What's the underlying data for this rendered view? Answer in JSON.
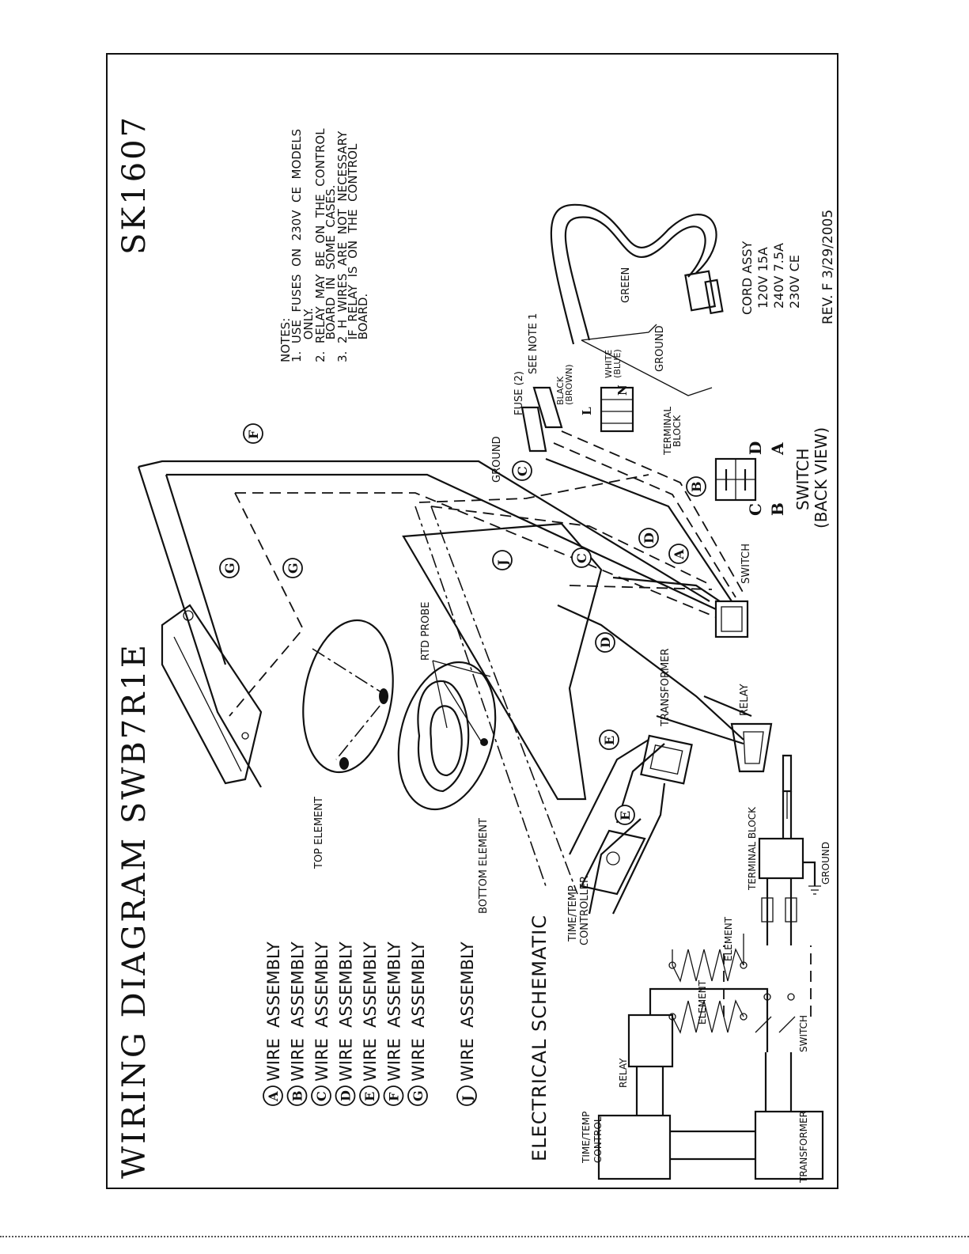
{
  "title": "WIRING  DIAGRAM  SWB7R1E",
  "model_code": "SK1607",
  "notes": {
    "heading": "NOTES:",
    "lines": [
      "1.  USE  FUSES  ON  230V  CE  MODELS",
      "      ONLY.",
      "2.  RELAY  MAY  BE  ON  THE  CONTROL",
      "      BOARD  IN  SOME  CASES.",
      "3.  2  H  WIRES  ARE  NOT  NECESSARY",
      "      IF  RELAY  IS  ON  THE  CONTROL",
      "      BOARD."
    ]
  },
  "legend": [
    {
      "letter": "A",
      "text": "WIRE  ASSEMBLY"
    },
    {
      "letter": "B",
      "text": "WIRE  ASSEMBLY"
    },
    {
      "letter": "C",
      "text": "WIRE  ASSEMBLY"
    },
    {
      "letter": "D",
      "text": "WIRE  ASSEMBLY"
    },
    {
      "letter": "E",
      "text": "WIRE  ASSEMBLY"
    },
    {
      "letter": "F",
      "text": "WIRE  ASSEMBLY"
    },
    {
      "letter": "G",
      "text": "WIRE  ASSEMBLY"
    },
    {
      "letter": "J",
      "text": "WIRE  ASSEMBLY"
    }
  ],
  "schematic": {
    "heading": "ELECTRICAL  SCHEMATIC",
    "labels": {
      "time_temp_control_1": "TIME/TEMP",
      "time_temp_control_2": "CONTROL",
      "relay": "RELAY",
      "transformer": "TRANSFORMER",
      "switch": "SWITCH",
      "element_1": "ELEMENT",
      "element_2": "ELEMENT",
      "terminal_block": "TERMINAL  BLOCK",
      "ground": "GROUND"
    }
  },
  "diagram_labels": {
    "top_element": "TOP  ELEMENT",
    "bottom_element": "BOTTOM  ELEMENT",
    "rtd_probe": "RTD  PROBE",
    "transformer": "TRANSFORMER",
    "relay": "RELAY",
    "switch": "SWITCH",
    "time_temp_controller_1": "TIME/TEMP",
    "time_temp_controller_2": "CONTROLLER",
    "ground": "GROUND",
    "fuse_1": "FUSE  (2)",
    "fuse_2": "SEE  NOTE  1",
    "black_1": "BLACK",
    "black_2": "(BROWN)",
    "white_1": "WHITE",
    "white_2": "(BLUE)",
    "green": "GREEN",
    "ground2": "GROUND",
    "terminal_block_1": "TERMINAL",
    "terminal_block_2": "BLOCK",
    "L": "L",
    "N": "N"
  },
  "switch_back_view": {
    "top_letters": [
      "C",
      "D"
    ],
    "bottom_letters": [
      "B",
      "A"
    ],
    "label_1": "SWITCH",
    "label_2": "(BACK  VIEW)"
  },
  "cord_assy": {
    "heading": "CORD  ASSY",
    "lines": [
      "120V   15A",
      "240V   7.5A",
      "230V   CE"
    ]
  },
  "revision": "REV.  F  3/29/2005"
}
